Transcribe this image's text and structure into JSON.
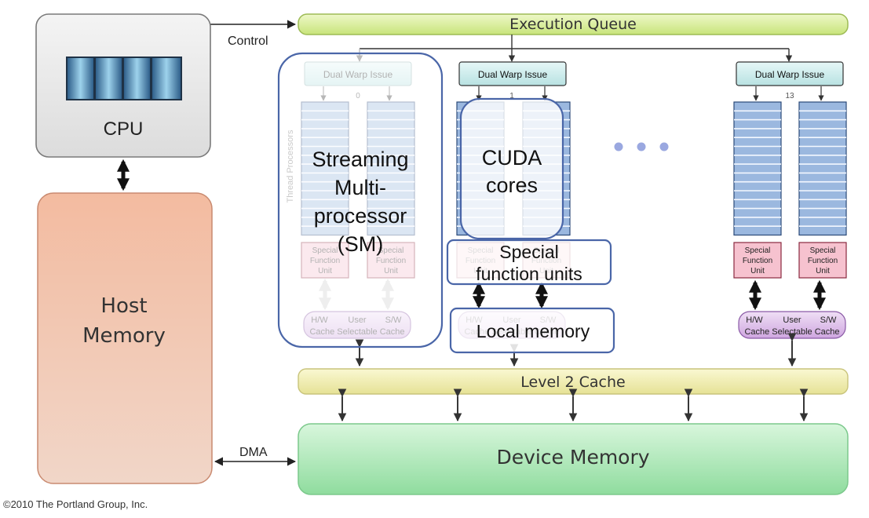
{
  "colors": {
    "queue_fill": "#dff0a0",
    "cache_fill": "#f3f0b4",
    "device_fill": "#a8e6b3",
    "host_fill": "#e9a88a",
    "cpu_fill": "#e8e8e8",
    "warp_fill": "#cfeeee",
    "core_fill": "#9bb8df",
    "sfu_fill": "#f6c2cf",
    "l1_fill": "#d9b7e6",
    "callout_stroke": "#4a66a8"
  },
  "labels": {
    "execution_queue": "Execution Queue",
    "control": "Control",
    "cpu": "CPU",
    "host_memory_line1": "Host",
    "host_memory_line2": "Memory",
    "level2_cache": "Level 2 Cache",
    "device_memory": "Device Memory",
    "dma": "DMA",
    "copyright": "©2010 The Portland Group, Inc.",
    "dual_warp_issue": "Dual Warp Issue",
    "thread_processors": "Thread Processors",
    "sfu_line1": "Special",
    "sfu_line2": "Function",
    "sfu_line3": "Unit",
    "cache_hw": "H/W",
    "cache_user": "User",
    "cache_sw": "S/W",
    "cache_line2": "Cache Selectable Cache",
    "sm_index_0": "0",
    "sm_index_1": "1",
    "sm_index_13": "13"
  },
  "callouts": {
    "sm_line1": "Streaming",
    "sm_line2": "Multi-",
    "sm_line3": "processor",
    "sm_line4": "(SM)",
    "cuda_line1": "CUDA",
    "cuda_line2": "cores",
    "sfu_line1": "Special",
    "sfu_line2": "function units",
    "local_memory": "Local memory"
  },
  "ellipsis_dots": 3
}
